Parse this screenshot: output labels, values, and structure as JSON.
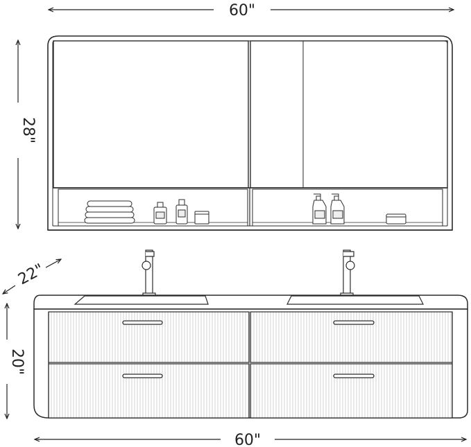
{
  "dimensions": {
    "cabinet_width": "60\"",
    "cabinet_height": "28\"",
    "vanity_depth": "22\"",
    "vanity_height": "20\"",
    "vanity_width": "60\""
  },
  "colors": {
    "line": "#2a2a2a",
    "fill": "#ffffff",
    "accent": "#555555"
  }
}
